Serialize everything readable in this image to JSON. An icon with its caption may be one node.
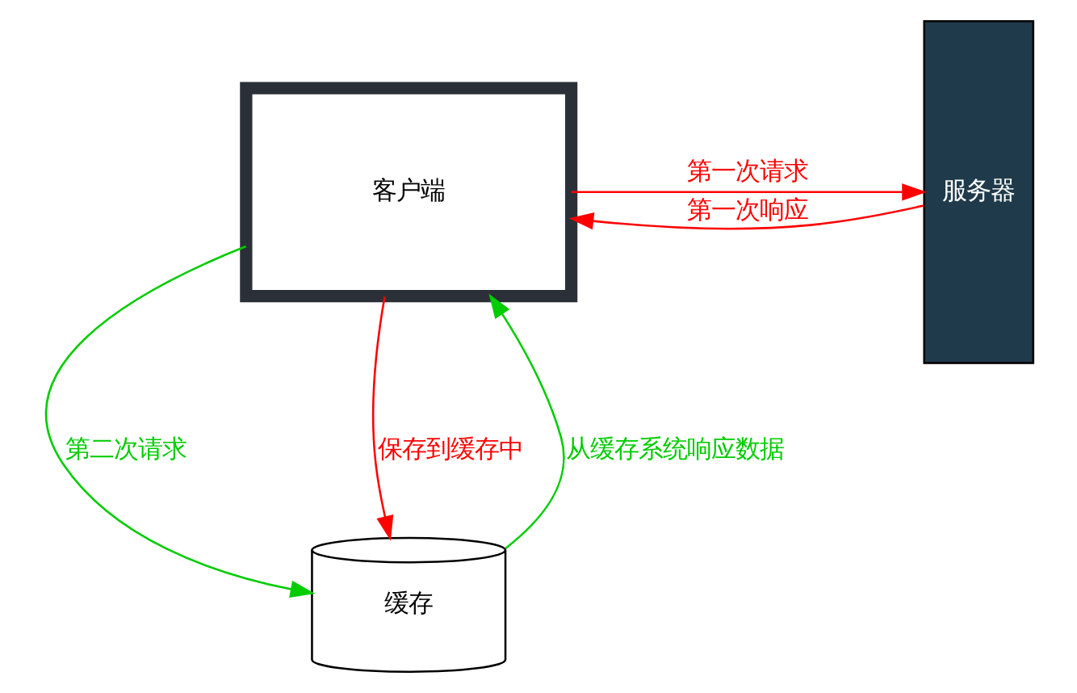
{
  "diagram": {
    "nodes": [
      {
        "text": [
          "客户端"
        ]
      },
      {
        "text": [
          "服务器"
        ]
      },
      {
        "text": [
          "缓存"
        ]
      }
    ],
    "edges": [
      {
        "from": 0,
        "to": 1,
        "arrow": "to",
        "label": "第一次请求"
      },
      {
        "from": 1,
        "to": 0,
        "arrow": "to",
        "label": "第一次响应"
      },
      {
        "from": 0,
        "to": 2,
        "arrow": "to",
        "label": "第二次请求",
        "color": "#00cc00"
      },
      {
        "from": 0,
        "to": 2,
        "arrow": "to",
        "label": "保存到缓存中"
      },
      {
        "from": 2,
        "to": 0,
        "arrow": "to",
        "label": "从缓存系统响应数据",
        "color": "#00cc00"
      }
    ]
  }
}
